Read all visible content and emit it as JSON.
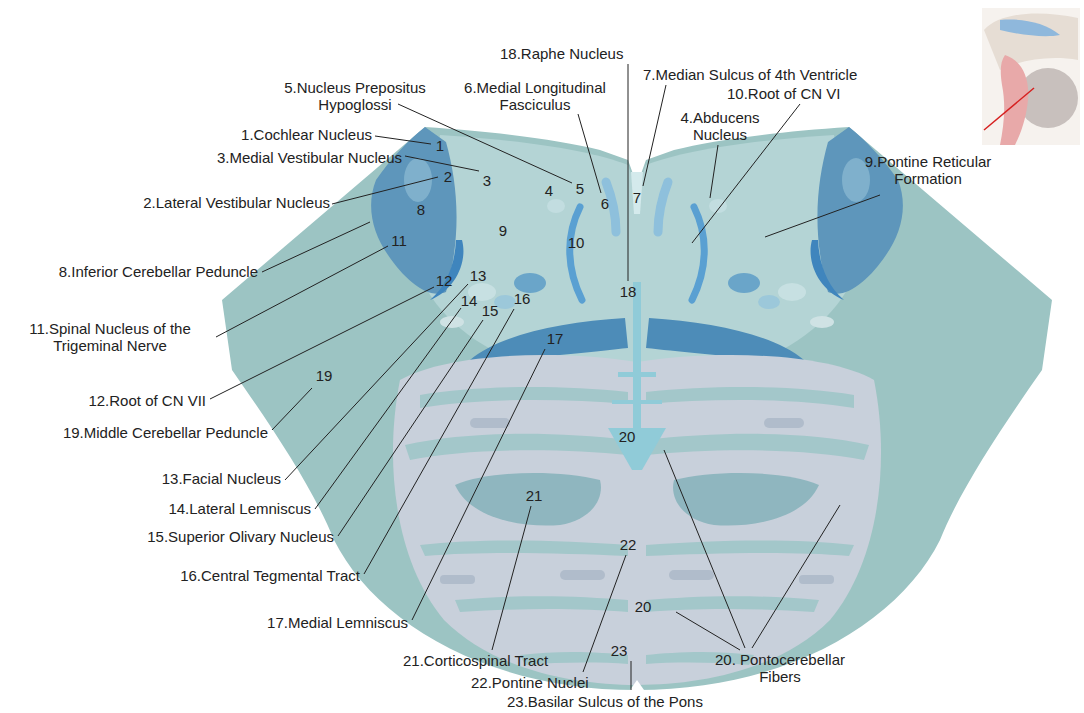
{
  "diagram": {
    "labels": [
      "18.Raphe Nucleus",
      "5.Nucleus Prepositus Hypoglossi",
      "6.Medial Longitudinal Fasciculus",
      "7.Median Sulcus of 4th Ventricle",
      "10.Root of CN VI",
      "4.Abducens Nucleus",
      "1.Cochlear Nucleus",
      "3.Medial Vestibular Nucleus",
      "9.Pontine Reticular Formation",
      "2.Lateral Vestibular Nucleus",
      "8.Inferior Cerebellar Peduncle",
      "11.Spinal Nucleus of the Trigeminal Nerve",
      "12.Root of CN VII",
      "19.Middle Cerebellar Peduncle",
      "13.Facial Nucleus",
      "14.Lateral Lemniscus",
      "15.Superior Olivary Nucleus",
      "16.Central Tegmental Tract",
      "17.Medial Lemniscus",
      "21.Corticospinal Tract",
      "20. Pontocerebellar Fibers",
      "22.Pontine Nuclei",
      "23.Basilar Sulcus of the Pons",
      "1",
      "2",
      "3",
      "4",
      "5",
      "6",
      "7",
      "8",
      "9",
      "10",
      "11",
      "12",
      "13",
      "14",
      "15",
      "16",
      "17",
      "18",
      "19",
      "20",
      "21",
      "22",
      "20",
      "23"
    ]
  }
}
